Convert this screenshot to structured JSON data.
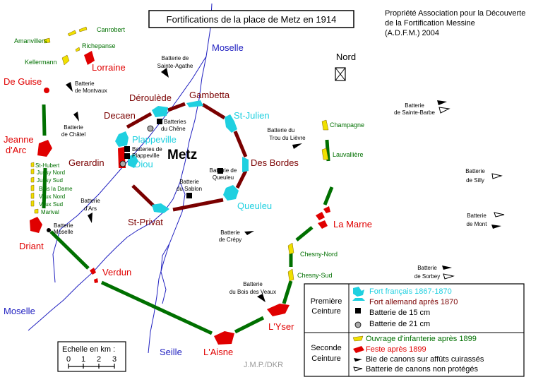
{
  "title": "Fortifications de la place de Metz en 1914",
  "credit": [
    "Propriété Association pour la Découverte",
    "de la Fortification Messine",
    "(A.D.F.M.) 2004"
  ],
  "north_label": "Nord",
  "city_label": "Metz",
  "signature": "J.M.P./DKR",
  "rivers": {
    "moselle_north": "Moselle",
    "moselle_west": "Moselle",
    "seille": "Seille"
  },
  "scale": {
    "title": "Echelle en km :",
    "ticks": [
      "0",
      "1",
      "2",
      "3"
    ]
  },
  "french_forts": [
    "Plappeville",
    "Diou",
    "St-Julien",
    "Queuleu"
  ],
  "german_forts": [
    "Déroulède",
    "Gambetta",
    "Decaen",
    "Gerardin",
    "Des Bordes",
    "St-Privat"
  ],
  "festes": [
    "Lorraine",
    "De Guise",
    "Jeanne d'Arc",
    "Driant",
    "Verdun",
    "L'Aisne",
    "L'Yser",
    "La Marne"
  ],
  "works": [
    "Canrobert",
    "Amanvillers",
    "Richepanse",
    "Kellermann",
    "St-Hubert",
    "Jussy Nord",
    "Jussy Sud",
    "Bois la Dame",
    "Vaux Nord",
    "Vaux Sud",
    "Marival",
    "Champagne",
    "Lauvallière",
    "Chesny-Nord",
    "Chesny-Sud"
  ],
  "batteries": [
    [
      "Batterie de",
      "Sainte-Agathe"
    ],
    [
      "Batterie",
      "de Montvaux"
    ],
    [
      "Batterie",
      "de Châtel"
    ],
    [
      "Batteries",
      "du Chêne"
    ],
    [
      "Batteries de",
      "Plappeville"
    ],
    [
      "Batterie du",
      "Trou du Lièvre"
    ],
    [
      "Batterie de",
      "Queuleu"
    ],
    [
      "Batterie",
      "du Sablon"
    ],
    [
      "Batterie",
      "d'Ars"
    ],
    [
      "Batterie",
      "Moselle"
    ],
    [
      "Batterie",
      "de Crépy"
    ],
    [
      "Batterie",
      "du Bois des Veaux"
    ],
    [
      "Batterie",
      "de Sainte-Barbe"
    ],
    [
      "Batterie",
      "de Silly"
    ],
    [
      "Batterie",
      "de Mont"
    ],
    [
      "Batterie",
      "de Sorbey"
    ]
  ],
  "legend": {
    "first_ring": [
      "Première",
      "Ceinture"
    ],
    "second_ring": [
      "Seconde",
      "Ceinture"
    ],
    "first_items": [
      "Fort français 1867-1870",
      "Fort allemand après 1870",
      "Batterie de 15 cm",
      "Batterie de 21 cm"
    ],
    "second_items": [
      "Ouvrage d'infanterie après 1899",
      "Feste après 1899",
      "Bie de canons sur affûts cuirassés",
      "Batterie de canons non protégés"
    ]
  },
  "colors": {
    "french_fort": "#1fd0e0",
    "german_fort": "#7a0000",
    "feste": "#e00000",
    "infantry_work": "#f0e000",
    "green_line": "#007000",
    "river": "#2020c0"
  }
}
